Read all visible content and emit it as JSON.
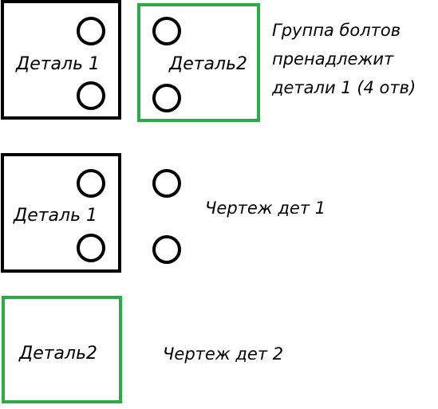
{
  "colors": {
    "part1_outline": "#000000",
    "part2_outline": "#2bab48",
    "hole_outline": "#000000",
    "background": "#ffffff"
  },
  "section_assembly": {
    "part1_label": "Деталь 1",
    "part2_label": "Деталь2",
    "note_lines": [
      "Группа болтов",
      "пренадлежит",
      "детали 1 (4 отв)"
    ],
    "hole_count": 4
  },
  "section_drawing_part1": {
    "part_label": "Деталь 1",
    "caption": "Чертеж дет 1",
    "hole_count": 4
  },
  "section_drawing_part2": {
    "part_label": "Деталь2",
    "caption": "Чертеж дет 2",
    "hole_count": 0
  }
}
